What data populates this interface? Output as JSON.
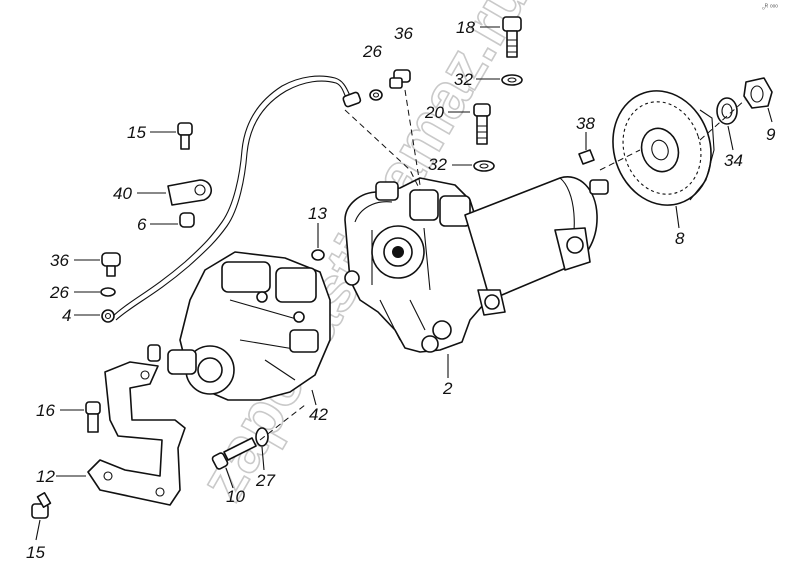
{
  "watermark": "zapchasti-kamaz.ru",
  "corner_mark": "₀ᴿ ᵒᵒᵒ",
  "callouts": [
    {
      "id": "c18",
      "label": "18"
    },
    {
      "id": "c26top",
      "label": "26"
    },
    {
      "id": "c36top",
      "label": "36"
    },
    {
      "id": "c32top",
      "label": "32"
    },
    {
      "id": "c20",
      "label": "20"
    },
    {
      "id": "c32mid",
      "label": "32"
    },
    {
      "id": "c38",
      "label": "38"
    },
    {
      "id": "c9",
      "label": "9"
    },
    {
      "id": "c34",
      "label": "34"
    },
    {
      "id": "c8",
      "label": "8"
    },
    {
      "id": "c15top",
      "label": "15"
    },
    {
      "id": "c40",
      "label": "40"
    },
    {
      "id": "c6",
      "label": "6"
    },
    {
      "id": "c13",
      "label": "13"
    },
    {
      "id": "c36left",
      "label": "36"
    },
    {
      "id": "c26left",
      "label": "26"
    },
    {
      "id": "c4",
      "label": "4"
    },
    {
      "id": "c2",
      "label": "2"
    },
    {
      "id": "c16",
      "label": "16"
    },
    {
      "id": "c42",
      "label": "42"
    },
    {
      "id": "c12",
      "label": "12"
    },
    {
      "id": "c10",
      "label": "10"
    },
    {
      "id": "c27",
      "label": "27"
    },
    {
      "id": "c15bottom",
      "label": "15"
    }
  ]
}
